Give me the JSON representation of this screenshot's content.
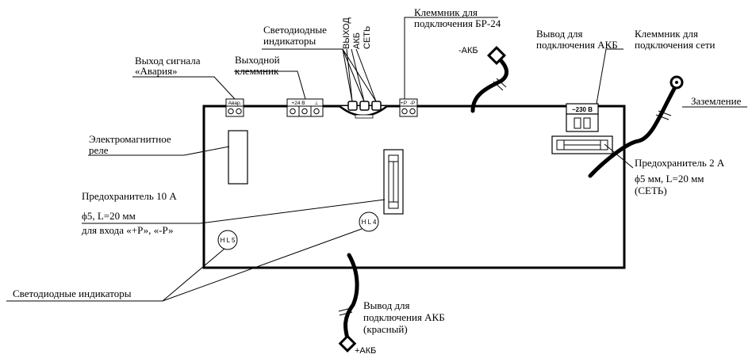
{
  "labels": {
    "relay_out_title_1": "Выход сигнала",
    "relay_out_title_2": "«Авария»",
    "output_terminal_1": "Выходной",
    "output_terminal_2": "клеммник",
    "leds_top_1": "Светодиодные",
    "leds_top_2": "индикаторы",
    "led_out": "ВЫХОД",
    "led_akb": "АКБ",
    "led_net": "СЕТЬ",
    "br24_1": "Клеммник для",
    "br24_2": "подключения БР-24",
    "akb_top_1": "Вывод для",
    "akb_top_2": "подключения АКБ",
    "akb_minus": "-АКБ",
    "mains_1": "Клеммник для",
    "mains_2": "подключения сети",
    "ground": "Заземление",
    "relay_1": "Электромагнитное",
    "relay_2": "реле",
    "fuse10_1": "Предохранитель 10 А",
    "fuse10_2": "ϕ5, L=20 мм",
    "fuse10_3": "для входа «+Р», «-Р»",
    "fuse2_1": "Предохранитель 2 А",
    "fuse2_2": "ϕ5 мм, L=20 мм",
    "fuse2_3": "(СЕТЬ)",
    "leds_bottom": "Светодиодные индикаторы",
    "akb_bottom_1": "Вывод для",
    "akb_bottom_2": "подключения АКБ",
    "akb_bottom_3": "(красный)",
    "akb_plus": "+АКБ"
  },
  "board_markings": {
    "avar": "Авар.",
    "plus24": "+24 В",
    "gnd": "⊥",
    "p_plus": "+Р",
    "p_minus": "-Р",
    "v230": "~230 В",
    "hl5": "H L 5",
    "hl4": "H L 4"
  }
}
